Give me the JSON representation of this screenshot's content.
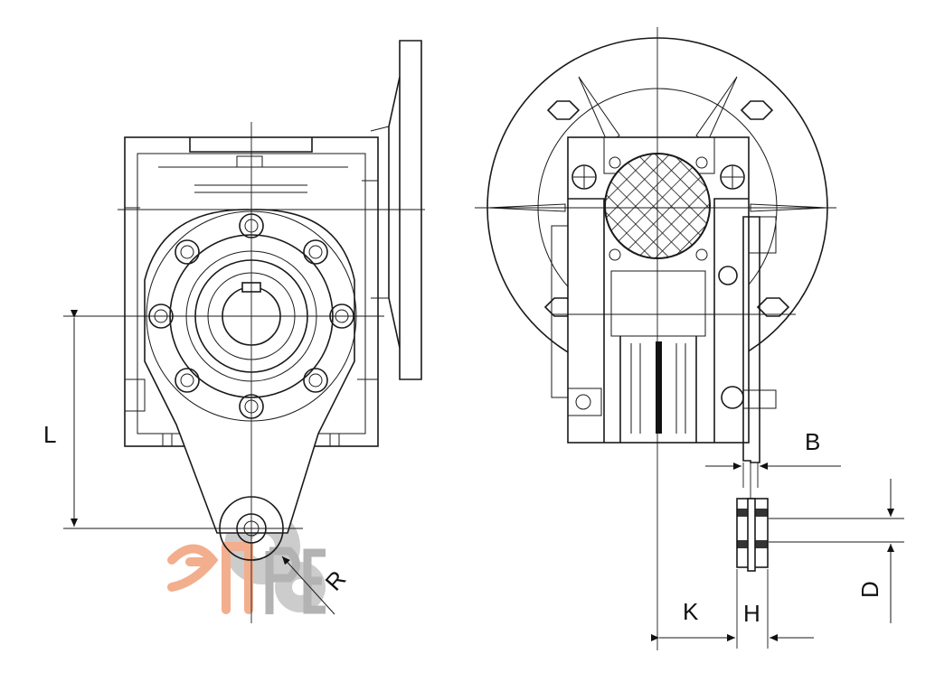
{
  "dimensions": {
    "L": "L",
    "R": "R",
    "B": "B",
    "K": "K",
    "H": "H",
    "D": "D"
  },
  "watermark": {
    "text": "ЭЛРЕ",
    "colors": [
      "#f2a078",
      "#b9b9b9"
    ]
  },
  "line_color": "#1a1a1a"
}
